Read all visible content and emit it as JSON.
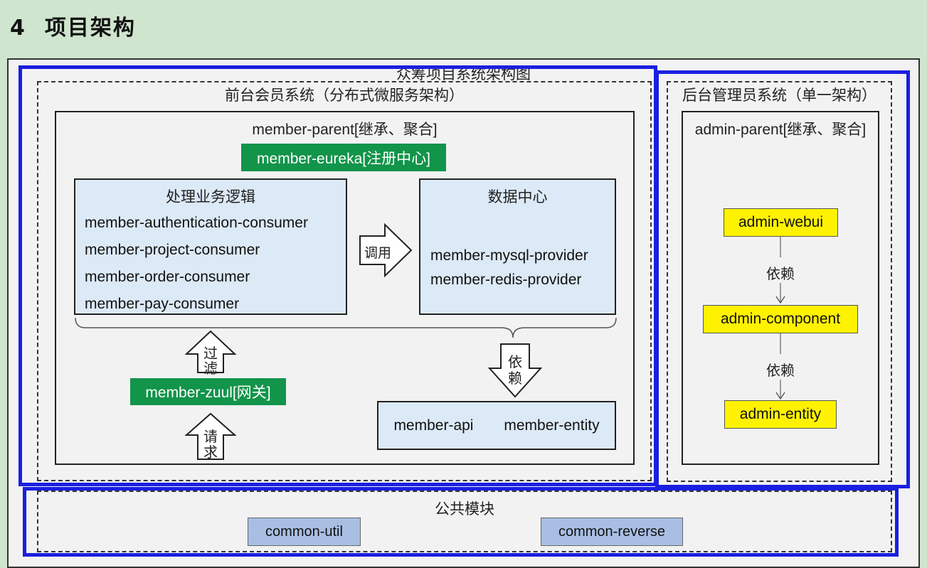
{
  "heading": {
    "number": "4",
    "title": "项目架构"
  },
  "diagram": {
    "title": "众筹项目系统架构图",
    "frontend": {
      "title": "前台会员系统（分布式微服务架构）",
      "parent": "member-parent[继承、聚合]",
      "eureka": "member-eureka[注册中心]",
      "business": {
        "title": "处理业务逻辑",
        "items": [
          "member-authentication-consumer",
          "member-project-consumer",
          "member-order-consumer",
          "member-pay-consumer"
        ]
      },
      "call_label": "调用",
      "data_center": {
        "title": "数据中心",
        "items": [
          "member-mysql-provider",
          "member-redis-provider"
        ]
      },
      "depend_label": [
        "依",
        "赖"
      ],
      "filter_label": [
        "过",
        "滤"
      ],
      "zuul": "member-zuul[网关]",
      "request_label": [
        "请",
        "求"
      ],
      "api": "member-api",
      "entity": "member-entity"
    },
    "backend": {
      "title": "后台管理员系统（单一架构）",
      "parent": "admin-parent[继承、聚合]",
      "webui": "admin-webui",
      "depend1": "依赖",
      "component": "admin-component",
      "depend2": "依赖",
      "entity": "admin-entity"
    },
    "common": {
      "title": "公共模块",
      "util": "common-util",
      "reverse": "common-reverse"
    }
  },
  "colors": {
    "background": "#cfe5cd",
    "highlight_blue": "#1a1fe0",
    "green": "#12944a",
    "yellow": "#fff200",
    "light_blue": "#dce9f6",
    "module_blue": "#a8bfe3"
  }
}
